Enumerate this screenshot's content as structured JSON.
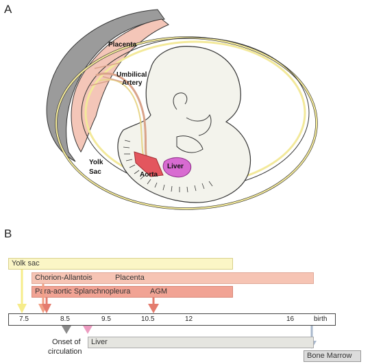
{
  "panel_a": {
    "letter": "A",
    "labels": {
      "placenta": "Placenta",
      "umbilical_artery_line1": "Umbilical",
      "umbilical_artery_line2": "Artery",
      "yolk_sac_line1": "Yolk",
      "yolk_sac_line2": "Sac",
      "aorta": "Aorta",
      "liver": "Liver"
    },
    "colors": {
      "placenta": "#f4c6b8",
      "placenta_outer": "#a0a0a0",
      "yolk_sac": "#f3e99a",
      "aorta": "#e3565e",
      "liver": "#d86bd1",
      "embryo": "#f3f3ec"
    }
  },
  "panel_b": {
    "letter": "B",
    "timeline_ticks": [
      "7.5",
      "8.5",
      "9.5",
      "10.5",
      "12",
      "16",
      "birth"
    ],
    "bars": {
      "yolk_sac": "Yolk sac",
      "chorion_allantois": "Chorion-Allantois",
      "placenta": "Placenta",
      "para_aortic": "Para-aortic Splanchnopleura",
      "agm": "AGM",
      "liver": "Liver",
      "bone_marrow": "Bone Marrow"
    },
    "onset_line1": "Onset of",
    "onset_line2": "circulation",
    "colors": {
      "yolk_sac": "#fbf6c6",
      "chorion_allantois": "#f6c4b4",
      "para_aortic": "#f1a394",
      "liver": "#e5e5e0",
      "bone_marrow": "#dcdcdc",
      "arrow_yellow": "#f6ec8a",
      "arrow_salmon": "#f2a085",
      "arrow_red": "#e47c6e",
      "arrow_gray": "#8a8a8a",
      "arrow_pink": "#ec9bc0",
      "arrow_blue": "#a9b8cc"
    }
  }
}
